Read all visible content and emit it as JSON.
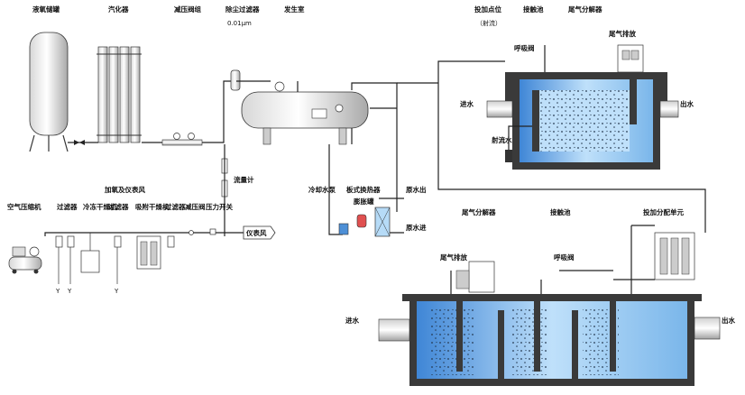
{
  "labels": {
    "lox_tank": "液氧储罐",
    "vaporizer": "汽化器",
    "reducing_valve": "减压阀组",
    "purifying_filter": "除尘过滤器",
    "filter_spec": "0.01μm",
    "generator_room": "发生室",
    "dosing_port": "投加点位",
    "dosing_port_sub": "（射流）",
    "contact_tank_top": "接触池",
    "tail_gas_decomposer_top": "尾气分解器",
    "breather_valve_top": "呼吸阀",
    "water_inlet_top": "进水",
    "water_outlet_top": "出水",
    "circulating_pump": "射流水泵",
    "flowmeter": "流量计",
    "air_source_group": "加氧及仪表风",
    "air_compressor": "空气压缩机",
    "filter_1": "过滤器",
    "refrigerated_dryer": "冷冻干燥机",
    "filter_2": "过滤器",
    "adsorption_dryer": "吸附干燥机",
    "filter_3": "过滤器",
    "reducing_valve_2": "减压阀",
    "pressure_switch": "压力开关",
    "instrument_air": "仪表风",
    "cooling_pump": "冷却水泵",
    "plate_exchanger": "板式换热器",
    "expansion_tank": "膨胀罐",
    "cooling_in": "原水出",
    "cooling_out": "原水进",
    "tail_gas_decomposer_bottom": "尾气分解器",
    "contact_tank_bottom": "接触池",
    "dosing_unit": "投加分配单元",
    "tail_gas_discharge_bottom": "尾气排放",
    "tail_gas_discharge_top": "尾气排放",
    "breather_valve_bottom": "呼吸阀",
    "water_inlet_bottom": "进水",
    "water_outlet_bottom": "出水",
    "drain_y1": "Y",
    "drain_y2": "Y",
    "drain_y3": "Y"
  },
  "colors": {
    "water": "#9ccbf0",
    "water_dark": "#4d8fd6",
    "wall": "#3a3a3a",
    "pipe": "#222222"
  }
}
